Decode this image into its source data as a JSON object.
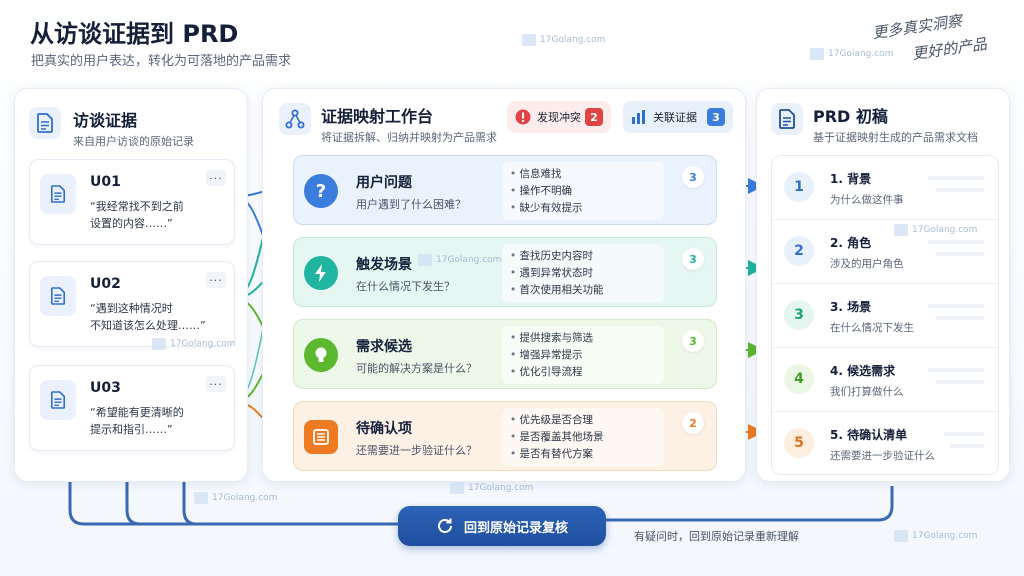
{
  "header": {
    "title": "从访谈证据到 PRD",
    "subtitle": "把真实的用户表达，转化为可落地的产品需求",
    "slogan_line1": "更多真实洞察",
    "slogan_line2": "更好的产品"
  },
  "left_panel": {
    "title": "访谈证据",
    "subtitle": "来自用户访谈的原始记录",
    "more_label": "···",
    "cards": [
      {
        "id": "U01",
        "quote_line1": "“我经常找不到之前",
        "quote_line2": "设置的内容……”"
      },
      {
        "id": "U02",
        "quote_line1": "“遇到这种情况时",
        "quote_line2": "不知道该怎么处理……”"
      },
      {
        "id": "U03",
        "quote_line1": "“希望能有更清晰的",
        "quote_line2": "提示和指引……”"
      }
    ]
  },
  "middle_panel": {
    "title": "证据映射工作台",
    "subtitle": "将证据拆解、归纳并映射为产品需求",
    "badges": {
      "conflict_label": "发现冲突",
      "conflict_count": "2",
      "linked_label": "关联证据",
      "linked_count": "3"
    },
    "categories": [
      {
        "title": "用户问题",
        "subtitle": "用户遇到了什么困难？",
        "icon": "?",
        "items": [
          "信息难找",
          "操作不明确",
          "缺少有效提示"
        ],
        "count": "3",
        "color": "#3b7ddd",
        "bg": "#eaf2fd"
      },
      {
        "title": "触发场景",
        "subtitle": "在什么情况下发生？",
        "icon": "lightning-icon",
        "items": [
          "查找历史内容时",
          "遇到异常状态时",
          "首次使用相关功能"
        ],
        "count": "3",
        "color": "#1fb5a0",
        "bg": "#e6f7f3"
      },
      {
        "title": "需求候选",
        "subtitle": "可能的解决方案是什么？",
        "icon": "bulb-icon",
        "items": [
          "提供搜索与筛选",
          "增强异常提示",
          "优化引导流程"
        ],
        "count": "3",
        "color": "#5cb82f",
        "bg": "#eef8e8"
      },
      {
        "title": "待确认项",
        "subtitle": "还需要进一步验证什么？",
        "icon": "list-icon",
        "items": [
          "优先级是否合理",
          "是否覆盖其他场景",
          "是否有替代方案"
        ],
        "count": "2",
        "color": "#ee7a22",
        "bg": "#fdf0e5"
      }
    ]
  },
  "right_panel": {
    "title": "PRD 初稿",
    "subtitle": "基于证据映射生成的产品需求文档",
    "sections": [
      {
        "num": "1",
        "title": "1. 背景",
        "subtitle": "为什么做这件事",
        "color": "#2f6fd0",
        "bg": "#e8f0fc"
      },
      {
        "num": "2",
        "title": "2. 角色",
        "subtitle": "涉及的用户角色",
        "color": "#2f6fd0",
        "bg": "#e8f0fc"
      },
      {
        "num": "3",
        "title": "3. 场景",
        "subtitle": "在什么情况下发生",
        "color": "#1fa37a",
        "bg": "#e4f6ee"
      },
      {
        "num": "4",
        "title": "4. 候选需求",
        "subtitle": "我们打算做什么",
        "color": "#3e9f29",
        "bg": "#ebf7e4"
      },
      {
        "num": "5",
        "title": "5. 待确认清单",
        "subtitle": "还需要进一步验证什么",
        "color": "#e0731c",
        "bg": "#fdeee0"
      }
    ]
  },
  "footer": {
    "back_button": "回到原始记录复核",
    "back_note": "有疑问时，回到原始记录重新理解"
  },
  "watermark": "17Golang.com",
  "colors": {
    "blue": "#3b7ddd",
    "teal": "#1fb5a0",
    "green": "#5cb82f",
    "orange": "#ee7a22",
    "navy": "#1f4f9e",
    "red": "#e04444"
  }
}
